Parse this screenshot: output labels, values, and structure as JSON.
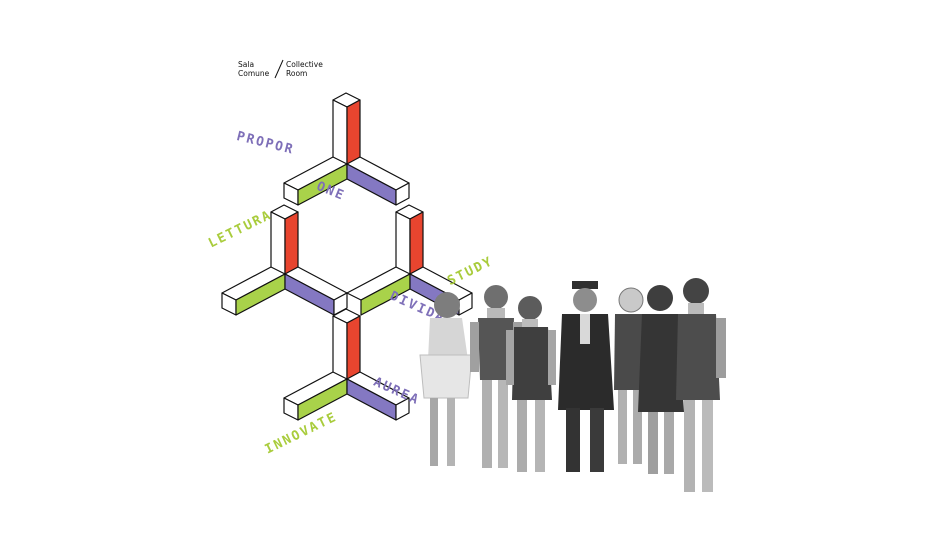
{
  "logo": {
    "line1_left": "Sala",
    "line2_left": "Comune",
    "line1_right": "Collective",
    "line2_right": "Room"
  },
  "words": {
    "proporzione_part1": "PROPOR",
    "proporzione_part2": "ONE",
    "lettura": "LETTURA",
    "study": "STUDY",
    "divida": "DIVIDA",
    "aurea": "AUREA",
    "innovate": "INNOVATE"
  },
  "colors": {
    "red": "#e8452f",
    "green": "#a9d24a",
    "purple": "#8478c2",
    "outline": "#111111",
    "photo_tone": "#8a8a8a"
  }
}
